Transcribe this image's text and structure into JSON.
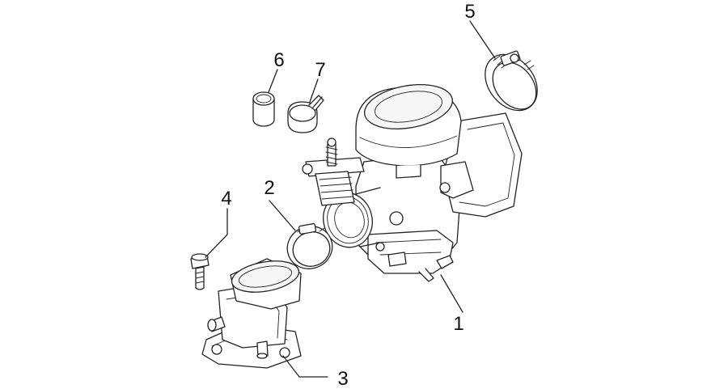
{
  "callouts": [
    {
      "id": "carburetor",
      "label": "1"
    },
    {
      "id": "clamp-small",
      "label": "2"
    },
    {
      "id": "intake-manifold",
      "label": "3"
    },
    {
      "id": "bolt",
      "label": "4"
    },
    {
      "id": "clamp-large",
      "label": "5"
    },
    {
      "id": "sleeve",
      "label": "6"
    },
    {
      "id": "spring-clip",
      "label": "7"
    }
  ],
  "colors": {
    "line": "#222222",
    "background": "#ffffff",
    "label": "#111111"
  }
}
